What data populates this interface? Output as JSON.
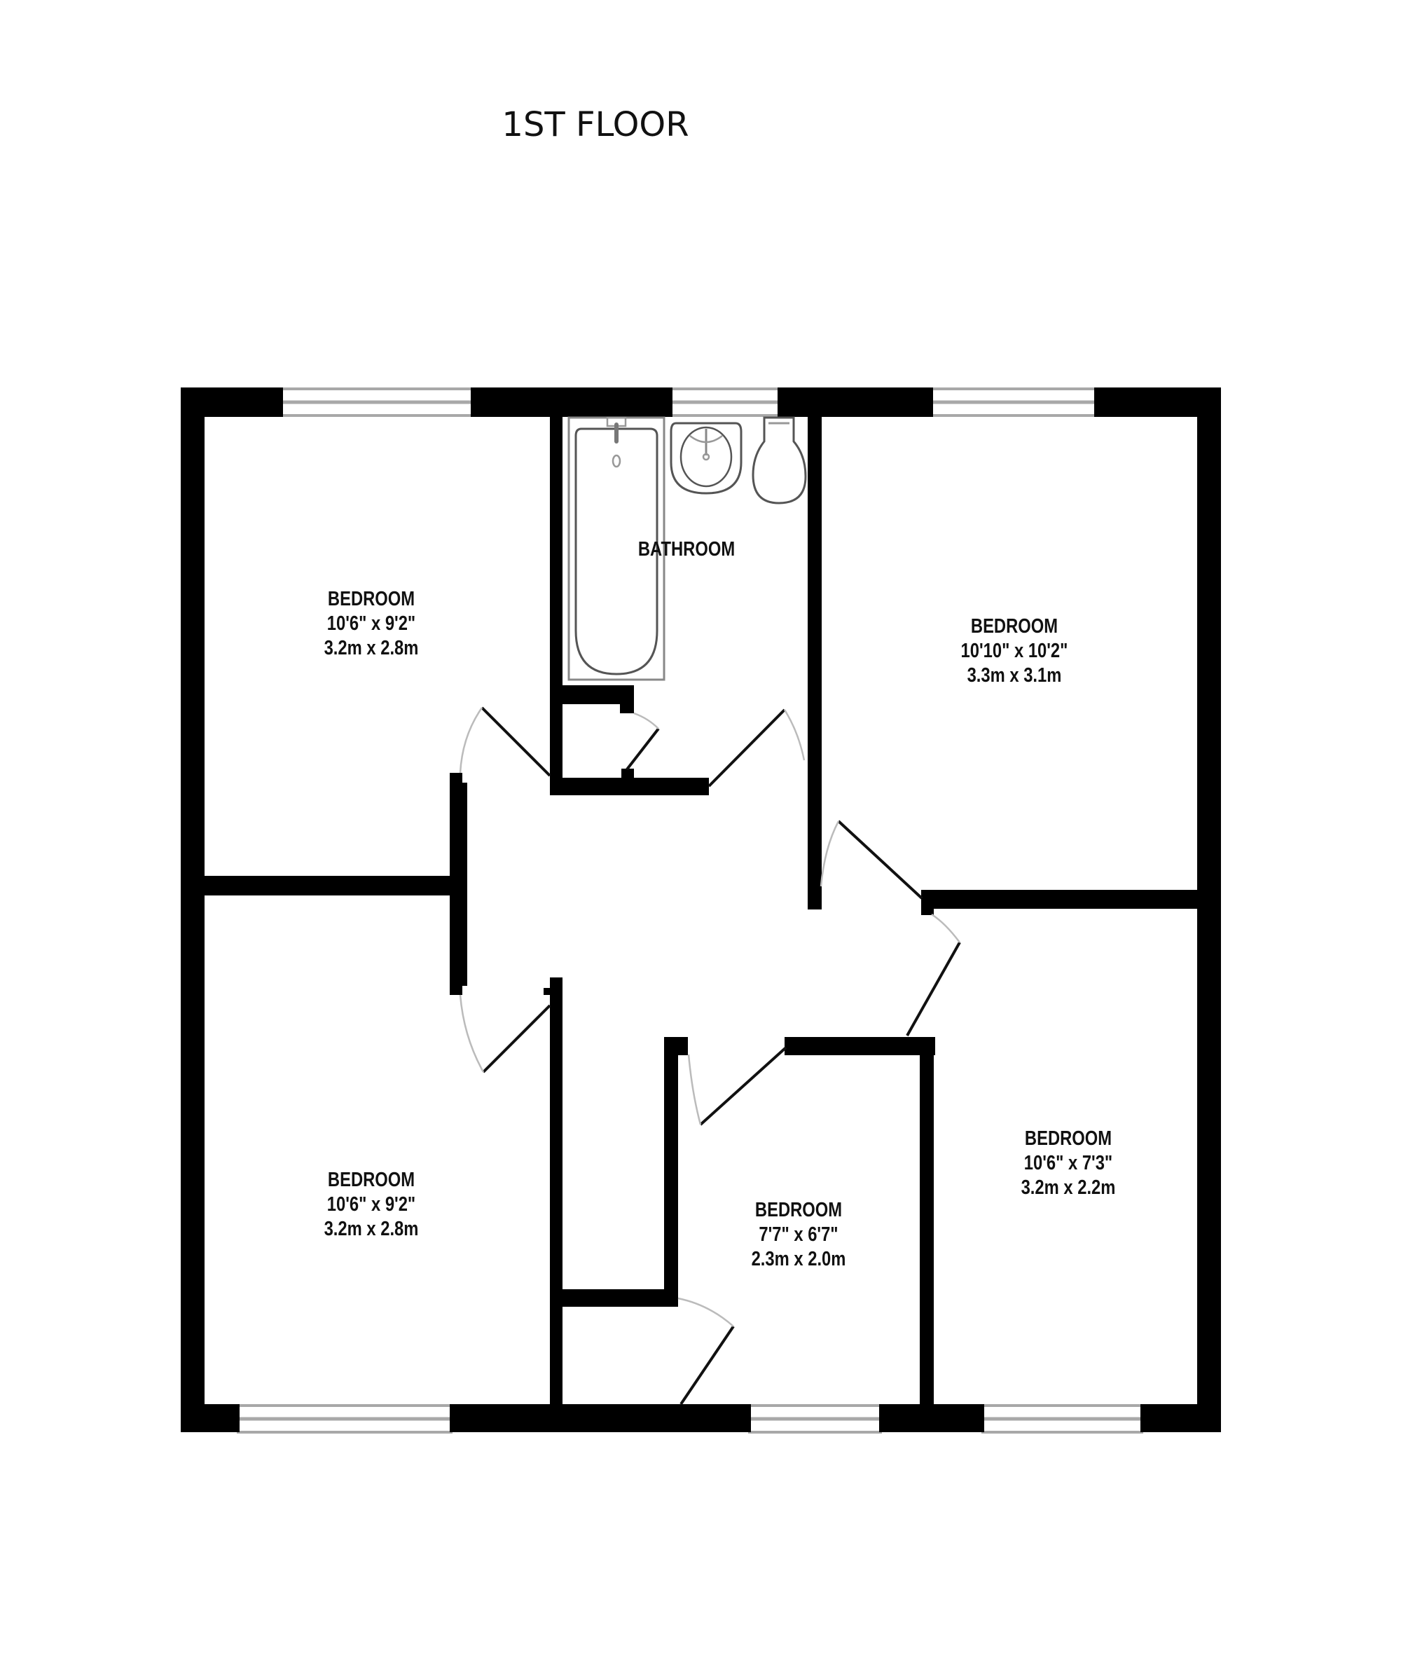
{
  "floor": {
    "title": "1ST FLOOR"
  },
  "rooms": {
    "bedroom_top_left": {
      "name": "BEDROOM",
      "imperial": "10'6\"  x 9'2\"",
      "metric": "3.2m  x 2.8m"
    },
    "bedroom_top_right": {
      "name": "BEDROOM",
      "imperial": "10'10\"  x 10'2\"",
      "metric": "3.3m  x 3.1m"
    },
    "bedroom_bottom_left": {
      "name": "BEDROOM",
      "imperial": "10'6\"  x 9'2\"",
      "metric": "3.2m  x 2.8m"
    },
    "bedroom_bottom_middle": {
      "name": "BEDROOM",
      "imperial": "7'7\"  x 6'7\"",
      "metric": "2.3m  x 2.0m"
    },
    "bedroom_bottom_right": {
      "name": "BEDROOM",
      "imperial": "10'6\"  x 7'3\"",
      "metric": "3.2m  x 2.2m"
    },
    "bathroom": {
      "name": "BATHROOM"
    }
  },
  "colors": {
    "wall": "#000000",
    "window": "#a8a8a8",
    "background": "#ffffff"
  }
}
